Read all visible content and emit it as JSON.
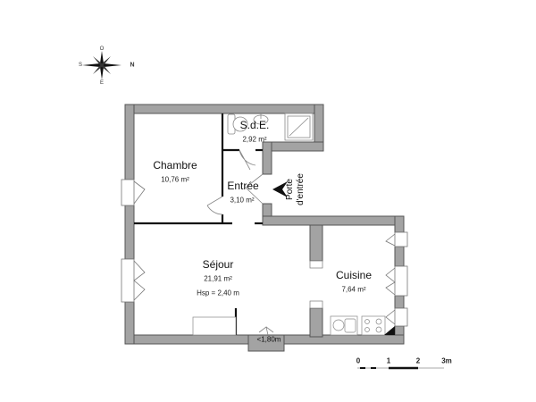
{
  "plan": {
    "colors": {
      "wall_fill": "#a3a3a3",
      "wall_stroke": "#555555",
      "partition": "#111111",
      "background": "#ffffff"
    },
    "compass": {
      "north": "N",
      "south": "S",
      "east": "E",
      "west": "O"
    },
    "rooms": [
      {
        "id": "sde",
        "name": "S.d.E.",
        "area": "2,92 m²"
      },
      {
        "id": "chambre",
        "name": "Chambre",
        "area": "10,76 m²"
      },
      {
        "id": "entree",
        "name": "Entrée",
        "area": "3,10 m²"
      },
      {
        "id": "sejour",
        "name": "Séjour",
        "area": "21,91 m²",
        "hsp": "Hsp = 2,40 m"
      },
      {
        "id": "cuisine",
        "name": "Cuisine",
        "area": "7,64 m²"
      }
    ],
    "entrance_door": {
      "line1": "Porte",
      "line2": "d'entrée"
    },
    "low_ceiling_mark": "<1,80m",
    "scale_bar": {
      "ticks": [
        "0",
        "1",
        "2",
        "3m"
      ]
    }
  }
}
